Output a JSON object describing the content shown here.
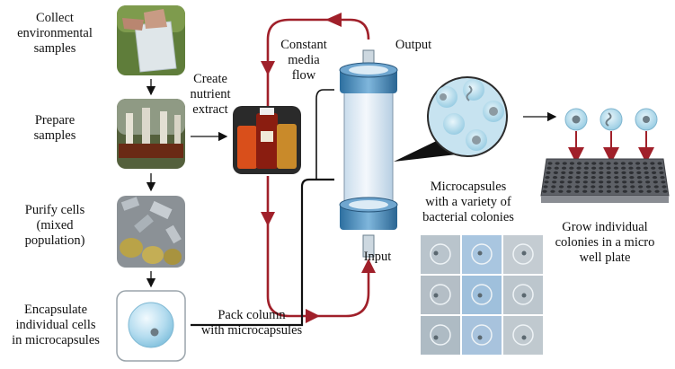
{
  "steps": {
    "collect": "Collect environmental samples",
    "prepare": "Prepare samples",
    "purify": "Purify cells (mixed population)",
    "encapsulate": "Encapsulate individual cells in microcapsules"
  },
  "lines": {
    "collect": [
      "Collect",
      "environmental",
      "samples"
    ],
    "prepare": [
      "Prepare",
      "samples"
    ],
    "purify": [
      "Purify cells",
      "(mixed",
      "population)"
    ],
    "encapsulate": [
      "Encapsulate",
      "individual cells",
      "in microcapsules"
    ],
    "nutrient": [
      "Create",
      "nutrient",
      "extract"
    ],
    "media": [
      "Constant",
      "media",
      "flow"
    ],
    "pack": [
      "Pack column",
      "with microcapsules"
    ],
    "micro": [
      "Microcapsules",
      "with a variety of",
      "bacterial colonies"
    ],
    "grow": [
      "Grow individual",
      "colonies in a micro",
      "well plate"
    ]
  },
  "labels": {
    "output": "Output",
    "input": "Input"
  },
  "colors": {
    "flow": "#a0202a",
    "capsule": "#bfe0f0",
    "column": "#d6e6f3",
    "wellplate": "#6f7278"
  }
}
